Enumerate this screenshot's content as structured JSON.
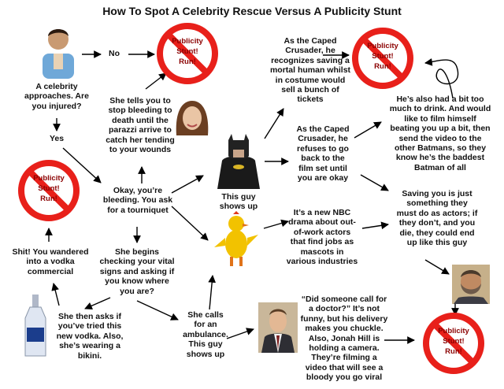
{
  "title": "How To Spot A Celebrity Rescue Versus A Publicity Stunt",
  "colors": {
    "sign_red": "#e8201a",
    "sign_text": "#8b0000",
    "arrow": "#000000"
  },
  "stunt_label": {
    "line1": "Publicity",
    "line2": "Stunt!",
    "line3": "Run!"
  },
  "nodes": {
    "celebrity_approaches": "A celebrity\napproaches. Are\nyou injured?",
    "no": "No",
    "yes": "Yes",
    "bleeding": "Okay, you’re\nbleeding. You ask\nfor a tourniquet",
    "stop_bleeding": "She tells you to\nstop bleeding to\ndeath until the\nparazzi arrive to\ncatch her tending\nto your wounds",
    "vodka_commercial": "Shit! You wandered\ninto a vodka\ncommercial",
    "vital_signs": "She begins\nchecking your vital\nsigns and asking if\nyou know where\nyou are?",
    "new_vodka": "She then asks if\nyou’ve tried this\nnew vodka. Also,\nshe’s wearing a\nbikini.",
    "ambulance": "She calls\nfor an\nambulance.\nThis guy\nshows up",
    "this_guy": "This guy\nshows up",
    "caped_saves": "As the Caped\nCrusader, he\nrecognizes saving a\nmortal human whilst\nin costume would\nsell a bunch of\ntickets",
    "caped_refuses": "As the Caped\nCrusader, he\nrefuses to go\nback to the\nfilm set until\nyou are okay",
    "drink": "He’s also had a bit too\nmuch to drink. And would\nlike to film himself\nbeating you up a bit, then\nsend the video to the\nother Batmans, so they\nknow he’s the baddest\nBatman of all",
    "nbc_drama": "It’s a new NBC\ndrama about out-\nof-work actors\nthat find jobs as\nmascots in\nvarious industries",
    "saving_you": "Saving you is just\nsomething they\nmust do as actors; if\nthey don’t, and you\ndie, they could end\nup like this guy",
    "doctor": "“Did someone call for\na doctor?” It’s not\nfunny, but his delivery\nmakes you chuckle.\nAlso, Jonah Hill is\nholding a camera.\nThey’re filming a\nvideo that will see a\nbloody you go viral"
  },
  "icons": [
    "celebrity-man-icon",
    "celebrity-woman-icon",
    "batman-icon",
    "chicken-mascot-icon",
    "vodka-bottle-icon",
    "actor-icon",
    "bearded-actor-icon",
    "no-sign-icon"
  ]
}
